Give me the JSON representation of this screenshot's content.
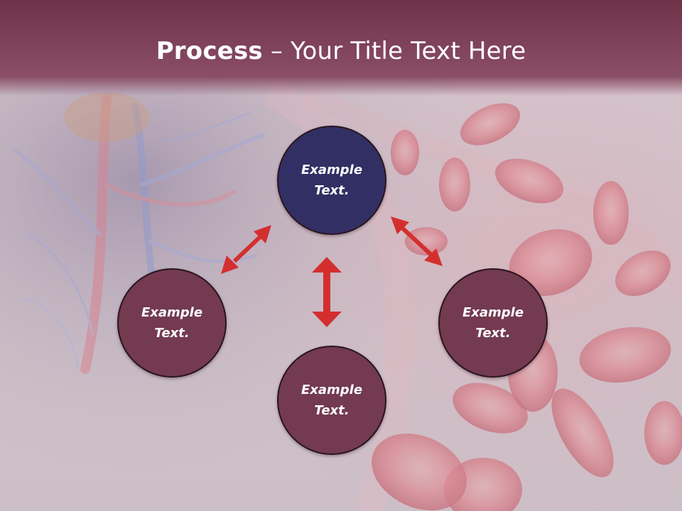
{
  "slide": {
    "title_bold": "Process",
    "title_rest": " – Your Title Text Here"
  },
  "nodes": {
    "top": "Example Text.",
    "left": "Example Text.",
    "right": "Example Text.",
    "bottom": "Example Text."
  },
  "colors": {
    "header": "#7a3d55",
    "node_primary": "#322f64",
    "node_secondary": "#733a50",
    "arrow": "#d32f2f"
  }
}
